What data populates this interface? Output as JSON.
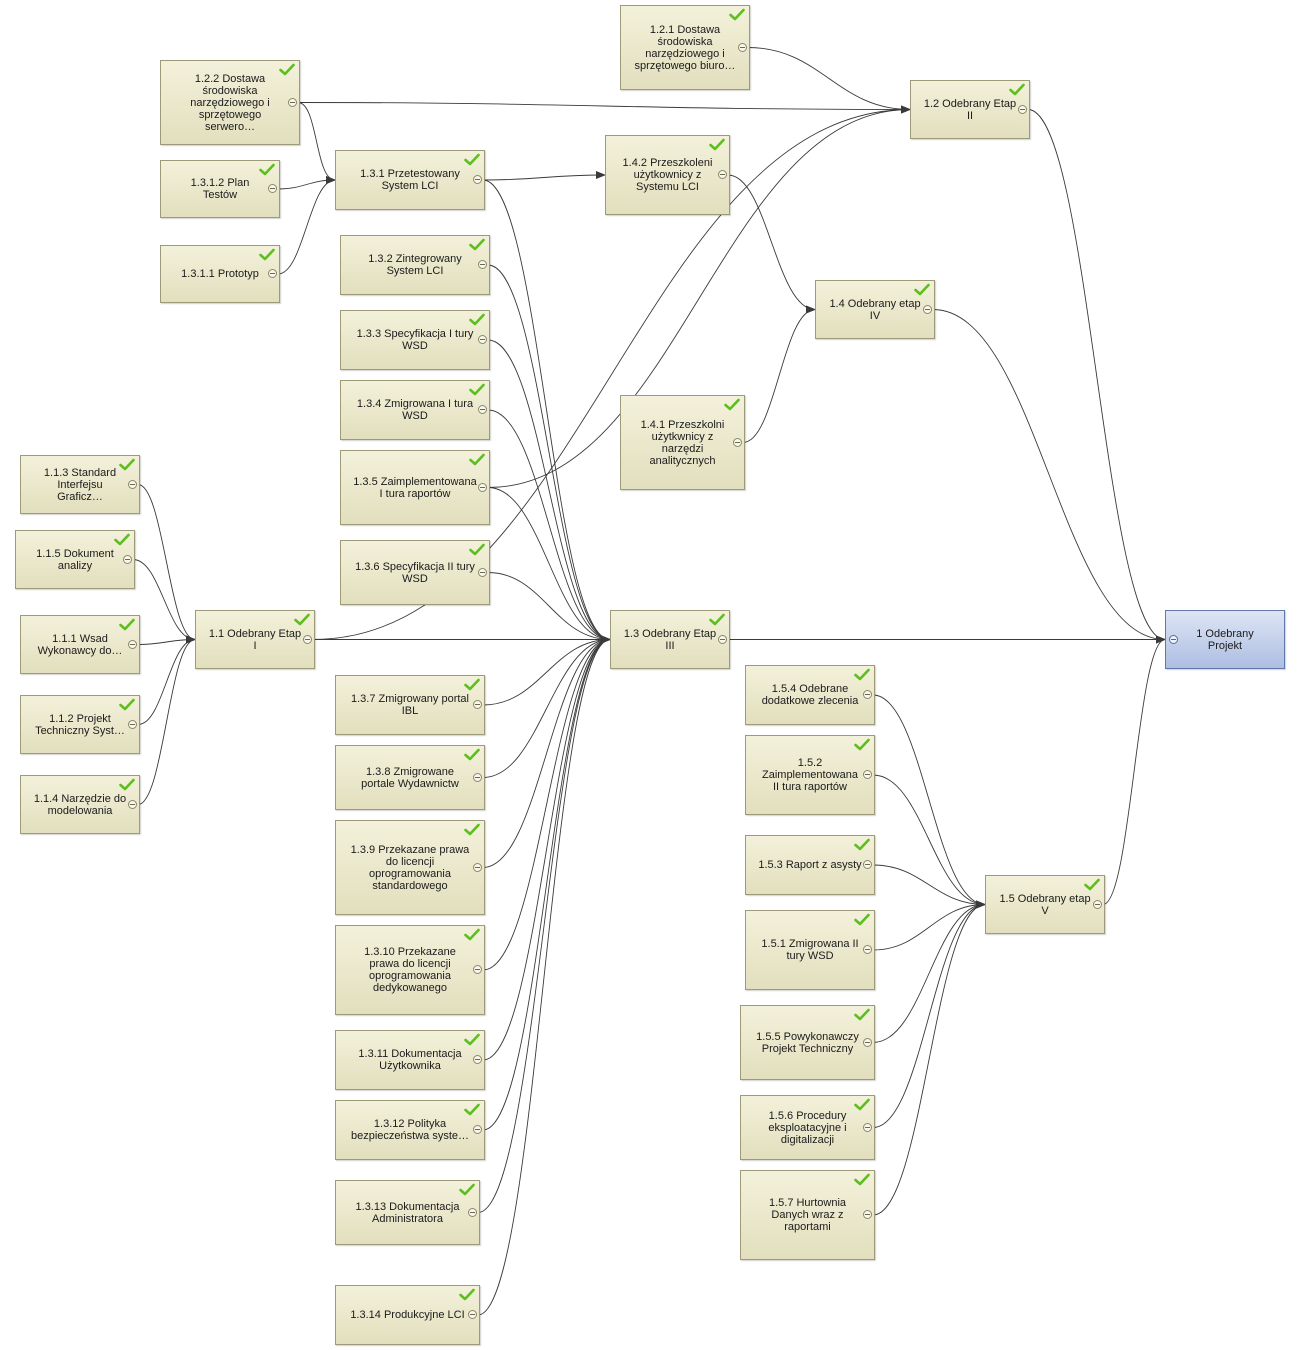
{
  "nodes": [
    {
      "id": "n1",
      "label": "1 Odebrany Projekt",
      "root": true,
      "checked": false
    },
    {
      "id": "n1_1",
      "label": "1.1 Odebrany Etap I",
      "checked": true
    },
    {
      "id": "n1_2",
      "label": "1.2 Odebrany Etap II",
      "checked": true
    },
    {
      "id": "n1_3",
      "label": "1.3 Odebrany Etap III",
      "checked": true
    },
    {
      "id": "n1_4",
      "label": "1.4 Odebrany etap IV",
      "checked": true
    },
    {
      "id": "n1_5",
      "label": "1.5 Odebrany etap V",
      "checked": true
    },
    {
      "id": "n1_1_1",
      "label": "1.1.1 Wsad Wykonawcy do…",
      "checked": true
    },
    {
      "id": "n1_1_2",
      "label": "1.1.2 Projekt Techniczny Syst…",
      "checked": true
    },
    {
      "id": "n1_1_3",
      "label": "1.1.3 Standard Interfejsu Graficz…",
      "checked": true
    },
    {
      "id": "n1_1_4",
      "label": "1.1.4 Narzędzie do modelowania",
      "checked": true
    },
    {
      "id": "n1_1_5",
      "label": "1.1.5 Dokument analizy",
      "checked": true
    },
    {
      "id": "n1_2_1",
      "label": "1.2.1 Dostawa środowiska narzędziowego i sprzętowego biuro…",
      "checked": true
    },
    {
      "id": "n1_2_2",
      "label": "1.2.2 Dostawa środowiska narzędziowego i sprzętowego serwero…",
      "checked": true
    },
    {
      "id": "n1_3_1",
      "label": "1.3.1 Przetestowany System LCI",
      "checked": true
    },
    {
      "id": "n1_3_1_1",
      "label": "1.3.1.1 Prototyp",
      "checked": true
    },
    {
      "id": "n1_3_1_2",
      "label": "1.3.1.2 Plan Testów",
      "checked": true
    },
    {
      "id": "n1_3_2",
      "label": "1.3.2 Zintegrowany System LCI",
      "checked": true
    },
    {
      "id": "n1_3_3",
      "label": "1.3.3 Specyfikacja I tury WSD",
      "checked": true
    },
    {
      "id": "n1_3_4",
      "label": "1.3.4 Zmigrowana I tura WSD",
      "checked": true
    },
    {
      "id": "n1_3_5",
      "label": "1.3.5 Zaimplementowana I tura raportów",
      "checked": true
    },
    {
      "id": "n1_3_6",
      "label": "1.3.6 Specyfikacja II tury WSD",
      "checked": true
    },
    {
      "id": "n1_3_7",
      "label": "1.3.7 Zmigrowany portal IBL",
      "checked": true
    },
    {
      "id": "n1_3_8",
      "label": "1.3.8 Zmigrowane portale Wydawnictw",
      "checked": true
    },
    {
      "id": "n1_3_9",
      "label": "1.3.9 Przekazane prawa do licencji oprogramowania standardowego",
      "checked": true
    },
    {
      "id": "n1_3_10",
      "label": "1.3.10 Przekazane prawa do licencji oprogramowania dedykowanego",
      "checked": true
    },
    {
      "id": "n1_3_11",
      "label": "1.3.11 Dokumentacja Użytkownika",
      "checked": true
    },
    {
      "id": "n1_3_12",
      "label": "1.3.12 Polityka bezpieczeństwa syste…",
      "checked": true
    },
    {
      "id": "n1_3_13",
      "label": "1.3.13 Dokumentacja Administratora",
      "checked": true
    },
    {
      "id": "n1_3_14",
      "label": "1.3.14 Produkcyjne LCI",
      "checked": true
    },
    {
      "id": "n1_4_1",
      "label": "1.4.1 Przeszkolni użytkwnicy z narzędzi analitycznych",
      "checked": true
    },
    {
      "id": "n1_4_2",
      "label": "1.4.2 Przeszkoleni użytkownicy z Systemu LCI",
      "checked": true
    },
    {
      "id": "n1_5_1",
      "label": "1.5.1 Zmigrowana  II tury WSD",
      "checked": true
    },
    {
      "id": "n1_5_2",
      "label": "1.5.2 Zaimplementowana II tura raportów",
      "checked": true
    },
    {
      "id": "n1_5_3",
      "label": "1.5.3 Raport z asysty",
      "checked": true
    },
    {
      "id": "n1_5_4",
      "label": "1.5.4 Odebrane dodatkowe zlecenia",
      "checked": true
    },
    {
      "id": "n1_5_5",
      "label": "1.5.5 Powykonawczy Projekt Techniczny",
      "checked": true
    },
    {
      "id": "n1_5_6",
      "label": "1.5.6 Procedury eksploatacyjne i digitalizacji",
      "checked": true
    },
    {
      "id": "n1_5_7",
      "label": "1.5.7 Hurtownia Danych wraz z raportami",
      "checked": true
    }
  ],
  "edges": [
    [
      "n1_1_3",
      "n1_1"
    ],
    [
      "n1_1_5",
      "n1_1"
    ],
    [
      "n1_1_1",
      "n1_1"
    ],
    [
      "n1_1_2",
      "n1_1"
    ],
    [
      "n1_1_4",
      "n1_1"
    ],
    [
      "n1_2_1",
      "n1_2"
    ],
    [
      "n1_2_2",
      "n1_2"
    ],
    [
      "n1_3_5",
      "n1_2"
    ],
    [
      "n1_1",
      "n1_2"
    ],
    [
      "n1_2_2",
      "n1_3_1"
    ],
    [
      "n1_3_1_2",
      "n1_3_1"
    ],
    [
      "n1_3_1_1",
      "n1_3_1"
    ],
    [
      "n1_3_1",
      "n1_4_2"
    ],
    [
      "n1_4_2",
      "n1_4"
    ],
    [
      "n1_4_1",
      "n1_4"
    ],
    [
      "n1_1",
      "n1_3"
    ],
    [
      "n1_3_1",
      "n1_3"
    ],
    [
      "n1_3_2",
      "n1_3"
    ],
    [
      "n1_3_3",
      "n1_3"
    ],
    [
      "n1_3_4",
      "n1_3"
    ],
    [
      "n1_3_5",
      "n1_3"
    ],
    [
      "n1_3_6",
      "n1_3"
    ],
    [
      "n1_3_7",
      "n1_3"
    ],
    [
      "n1_3_8",
      "n1_3"
    ],
    [
      "n1_3_9",
      "n1_3"
    ],
    [
      "n1_3_10",
      "n1_3"
    ],
    [
      "n1_3_11",
      "n1_3"
    ],
    [
      "n1_3_12",
      "n1_3"
    ],
    [
      "n1_3_13",
      "n1_3"
    ],
    [
      "n1_3_14",
      "n1_3"
    ],
    [
      "n1_5_4",
      "n1_5"
    ],
    [
      "n1_5_2",
      "n1_5"
    ],
    [
      "n1_5_3",
      "n1_5"
    ],
    [
      "n1_5_1",
      "n1_5"
    ],
    [
      "n1_5_5",
      "n1_5"
    ],
    [
      "n1_5_6",
      "n1_5"
    ],
    [
      "n1_5_7",
      "n1_5"
    ],
    [
      "n1_2",
      "n1"
    ],
    [
      "n1_4",
      "n1"
    ],
    [
      "n1_3",
      "n1"
    ],
    [
      "n1_5",
      "n1"
    ]
  ],
  "colors": {
    "edge": "#3a3a3a",
    "check": "#5cbf1e"
  },
  "icons": {
    "check": "check-icon",
    "collapse": "collapse-icon"
  }
}
